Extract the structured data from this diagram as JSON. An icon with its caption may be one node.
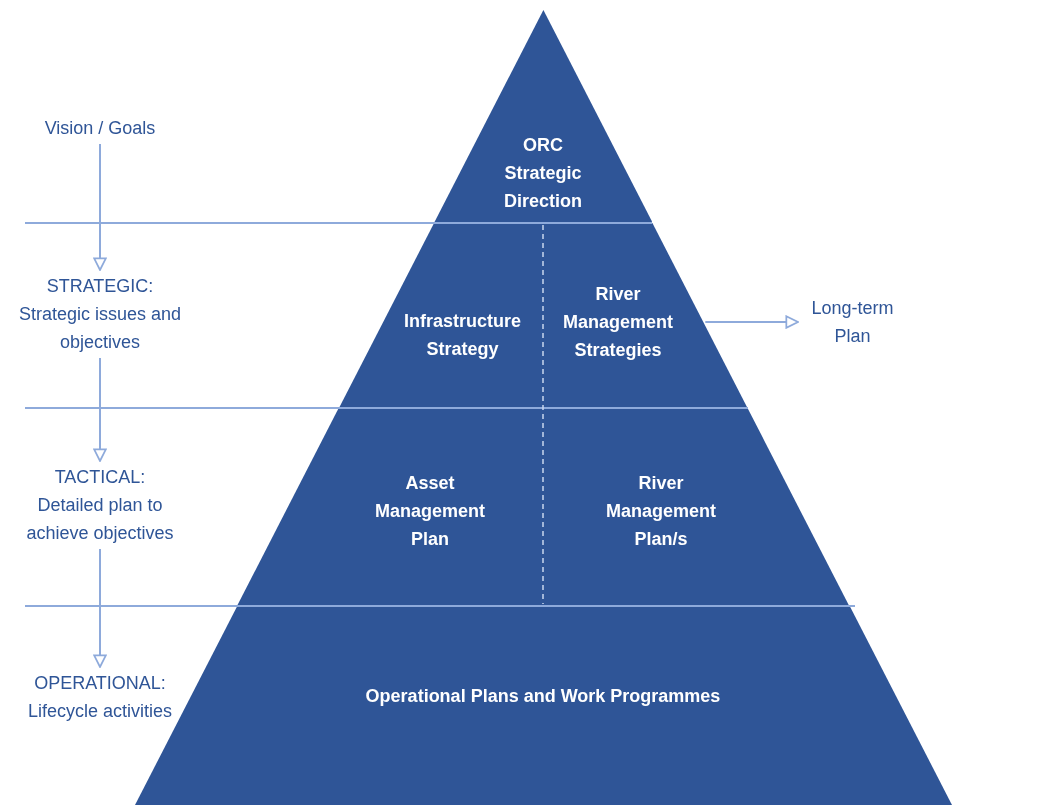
{
  "diagram": {
    "nodes": [
      {
        "text": [
          "Vision / Goals"
        ]
      },
      {
        "text": [
          "STRATEGIC:",
          "Strategic issues and objectives"
        ]
      },
      {
        "text": [
          "TACTICAL:",
          "Detailed plan to achieve objectives"
        ]
      },
      {
        "text": [
          "OPERATIONAL:",
          "Lifecycle activities"
        ]
      },
      {
        "text": [
          "ORC Strategic Direction"
        ]
      },
      {
        "text": [
          "Infrastructure Strategy"
        ]
      },
      {
        "text": [
          "River Management Strategies"
        ]
      },
      {
        "text": [
          "Asset Management Plan"
        ]
      },
      {
        "text": [
          "River Management Plan/s"
        ]
      },
      {
        "text": [
          "Operational Plans and Work Programmes"
        ]
      },
      {
        "text": [
          "Long-term Plan"
        ]
      }
    ],
    "edges": [
      {
        "from": 0,
        "to": 1,
        "arrow": "to"
      },
      {
        "from": 1,
        "to": 2,
        "arrow": "to"
      },
      {
        "from": 2,
        "to": 3,
        "arrow": "to"
      },
      {
        "from": 6,
        "to": 10,
        "arrow": "to"
      }
    ]
  }
}
